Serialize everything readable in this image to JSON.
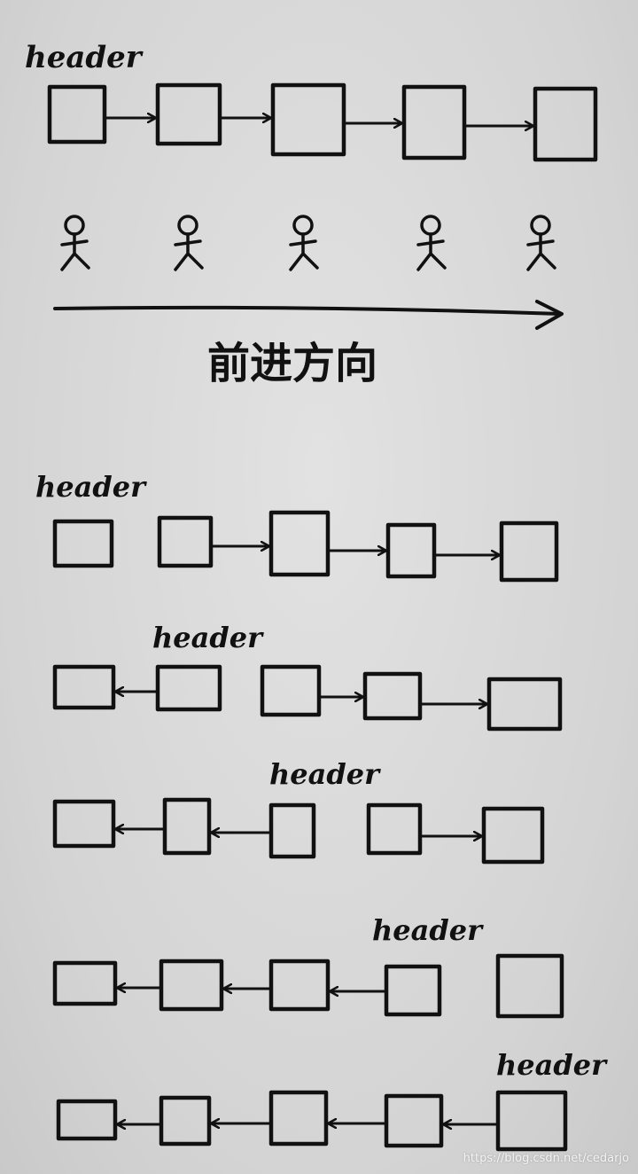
{
  "top": {
    "header_label": "header",
    "direction_label": "前进方向"
  },
  "steps": [
    {
      "header_label": "header",
      "header_at_node": 0,
      "arrows": [
        "none",
        "right",
        "right",
        "right"
      ]
    },
    {
      "header_label": "header",
      "header_at_node": 1,
      "arrows": [
        "left",
        "none",
        "right",
        "right"
      ]
    },
    {
      "header_label": "header",
      "header_at_node": 2,
      "arrows": [
        "left",
        "left",
        "none",
        "right"
      ]
    },
    {
      "header_label": "header",
      "header_at_node": 3,
      "arrows": [
        "left",
        "left",
        "left",
        "none"
      ]
    },
    {
      "header_label": "header",
      "header_at_node": 4,
      "arrows": [
        "left",
        "left",
        "left",
        "left"
      ]
    }
  ],
  "watermark": "https://blog.csdn.net/cedarjo"
}
